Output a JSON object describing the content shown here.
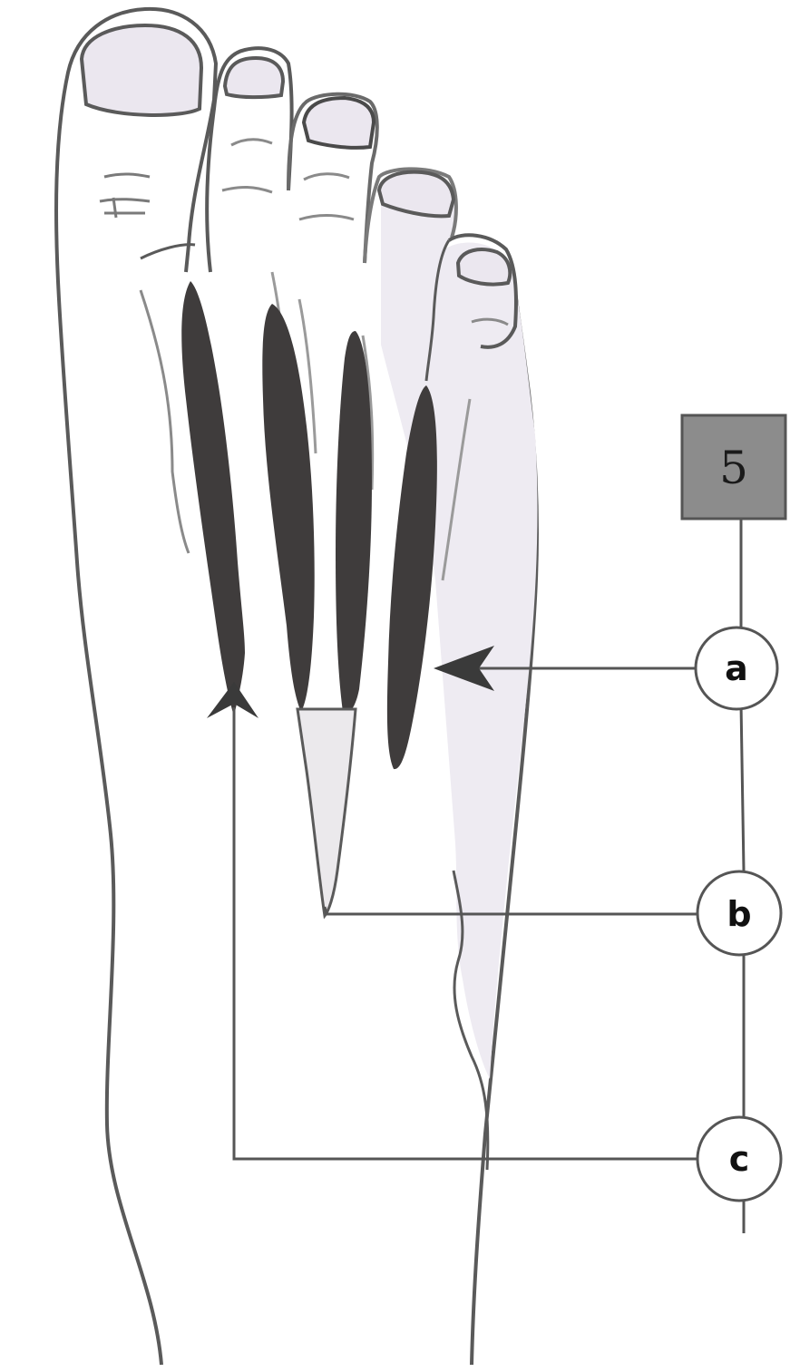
{
  "figure_number": "5",
  "labels": {
    "a": "a",
    "b": "b",
    "c": "c"
  },
  "colors": {
    "outline": "#555555",
    "foot_fill": "#ffffff",
    "lateral_fill": "#eeebf2",
    "muscle_fill": "#3f3c3c",
    "nail_fill": "#ebe7ef",
    "box_fill": "#8c8c8c",
    "leader_line": "#555555"
  }
}
